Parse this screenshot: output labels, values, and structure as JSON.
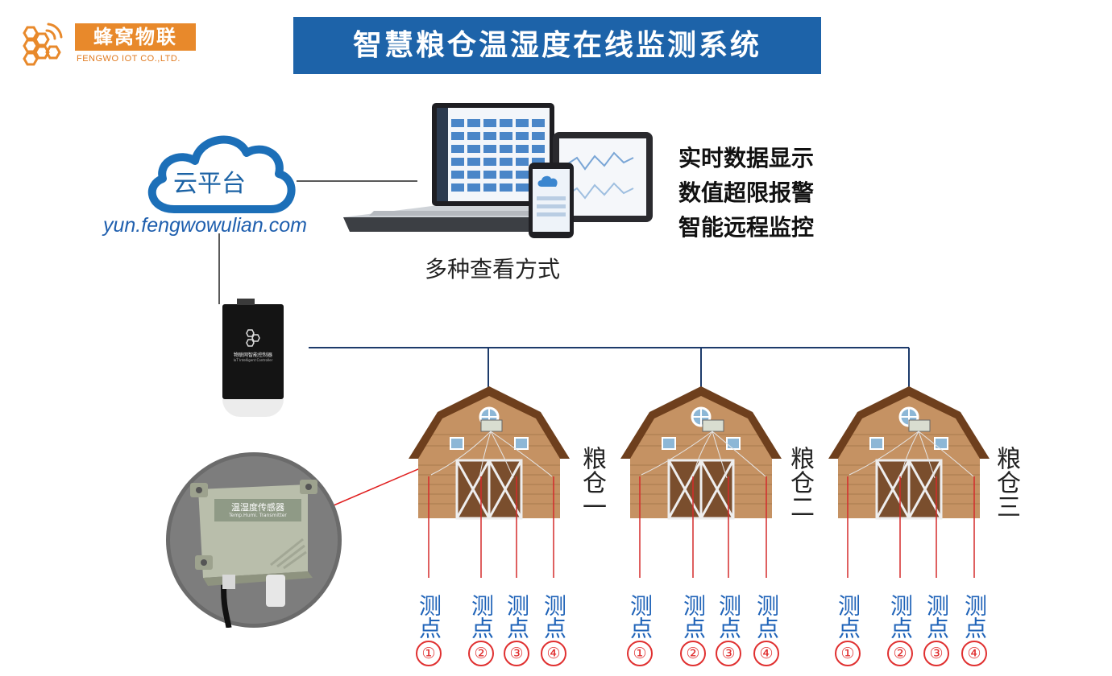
{
  "header": {
    "logo_cn": "蜂窝物联",
    "logo_en": "FENGWO IOT CO.,LTD.",
    "title": "智慧粮仓温湿度在线监测系统"
  },
  "cloud": {
    "label": "云平台",
    "url": "yun.fengwowulian.com"
  },
  "features": [
    "实时数据显示",
    "数值超限报警",
    "智能远程监控"
  ],
  "view_caption": "多种查看方式",
  "controller": {
    "line1": "物联网智能控制器",
    "line2": "IoT Intelligent Controller"
  },
  "sensor": {
    "label_cn": "温湿度传感器",
    "label_en": "Temp.Humi. Transmitter"
  },
  "granaries": [
    {
      "label": "粮仓一"
    },
    {
      "label": "粮仓二"
    },
    {
      "label": "粮仓三"
    }
  ],
  "points": [
    {
      "text": "测点",
      "num": "①"
    },
    {
      "text": "测点",
      "num": "②"
    },
    {
      "text": "测点",
      "num": "③"
    },
    {
      "text": "测点",
      "num": "④"
    }
  ],
  "colors": {
    "banner": "#1d63a9",
    "logo": "#e8892b",
    "wall": "#c59263",
    "roof": "#6e3f1d",
    "point_text": "#1f63b8",
    "point_line": "#d42a2a"
  }
}
